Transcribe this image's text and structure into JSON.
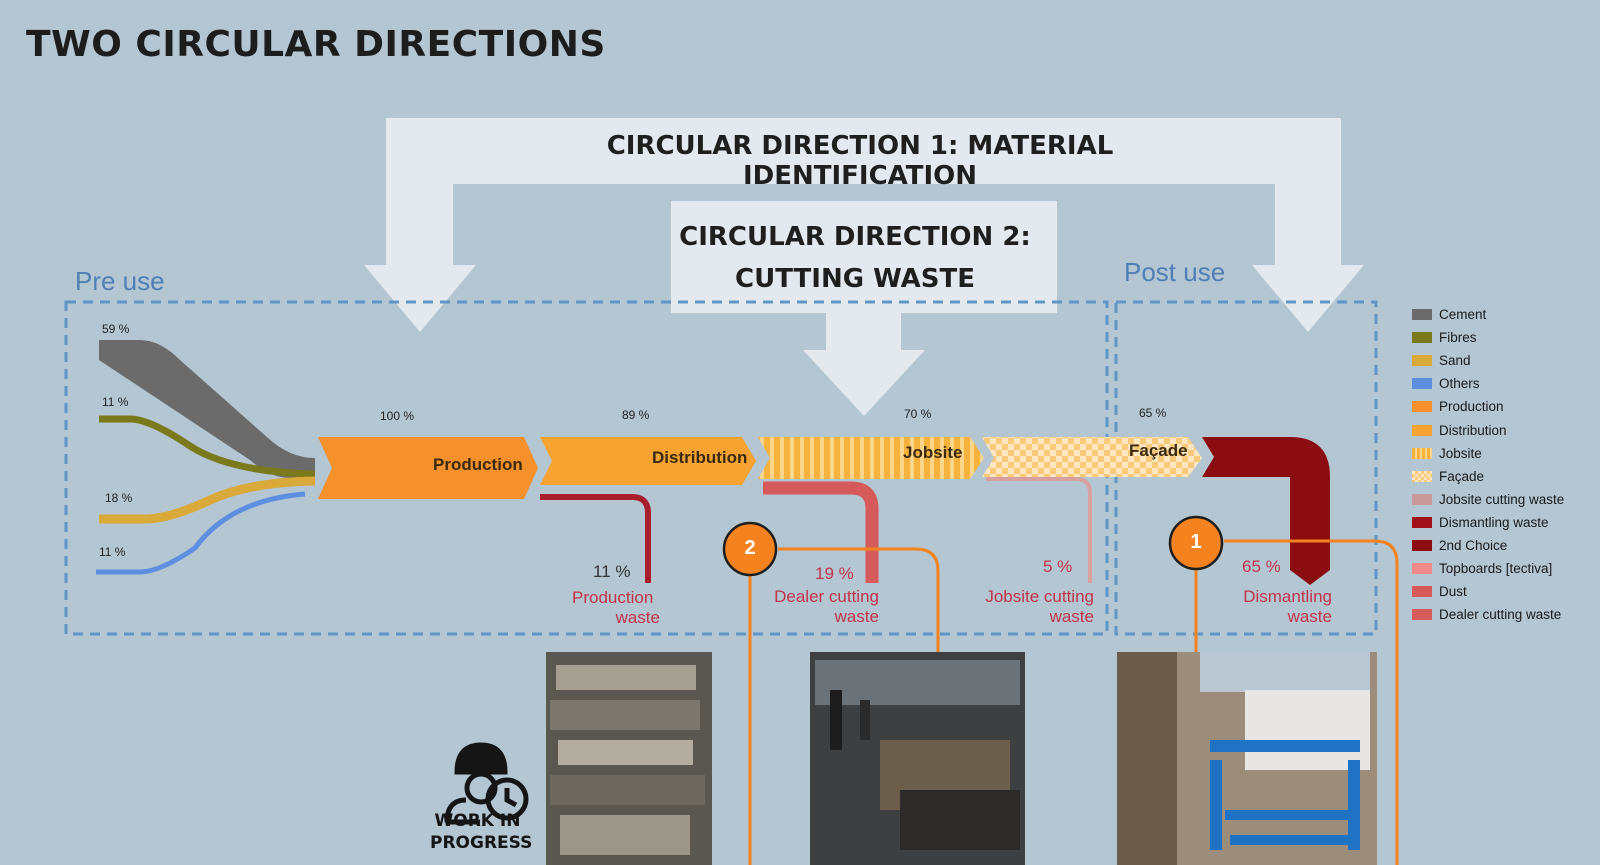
{
  "title": "TWO CIRCULAR DIRECTIONS",
  "directions": {
    "d1": "CIRCULAR DIRECTION 1: MATERIAL IDENTIFICATION",
    "d2_line1": "CIRCULAR DIRECTION 2:",
    "d2_line2": "CUTTING WASTE"
  },
  "sections": {
    "pre_use": "Pre use",
    "post_use": "Post use"
  },
  "inputs": [
    {
      "label": "59 %",
      "color": "#6b6b6b"
    },
    {
      "label": "11 %",
      "color": "#7a7a1c"
    },
    {
      "label": "18 %",
      "color": "#d9a93a"
    },
    {
      "label": "11 %",
      "color": "#5d8ee0"
    }
  ],
  "stages": [
    {
      "name": "Production",
      "pct": "100 %",
      "color": "#f6902a"
    },
    {
      "name": "Distribution",
      "pct": "89 %",
      "color": "#f7a331"
    },
    {
      "name": "Jobsite",
      "pct": "70 %",
      "color": "#f7b23b"
    },
    {
      "name": "Façade",
      "pct": "65 %",
      "color": "#f9c97a"
    }
  ],
  "wastes": [
    {
      "pct": "11 %",
      "line1": "Production",
      "line2": "waste",
      "color": "#a81e2a"
    },
    {
      "pct": "19 %",
      "line1": "Dealer cutting",
      "line2": "waste",
      "color": "#d65a5a"
    },
    {
      "pct": "5 %",
      "line1": "Jobsite cutting",
      "line2": "waste",
      "color": "#d9a0a0"
    },
    {
      "pct": "65 %",
      "line1": "Dismantling",
      "line2": "waste",
      "color": "#8b0d12"
    }
  ],
  "badges": [
    {
      "num": "2",
      "color": "#f4821f"
    },
    {
      "num": "1",
      "color": "#f4821f"
    }
  ],
  "legend": [
    {
      "label": "Cement",
      "color": "#6b6b6b",
      "pattern": "solid"
    },
    {
      "label": "Fibres",
      "color": "#7a7a1c",
      "pattern": "solid"
    },
    {
      "label": "Sand",
      "color": "#d9a93a",
      "pattern": "solid"
    },
    {
      "label": "Others",
      "color": "#5d8ee0",
      "pattern": "solid"
    },
    {
      "label": "Production",
      "color": "#f6902a",
      "pattern": "solid"
    },
    {
      "label": "Distribution",
      "color": "#f7a331",
      "pattern": "solid"
    },
    {
      "label": "Jobsite",
      "color": "#f7b23b",
      "pattern": "stripes"
    },
    {
      "label": "Façade",
      "color": "#f9c97a",
      "pattern": "checks"
    },
    {
      "label": "Jobsite cutting waste",
      "color": "#c99a9a",
      "pattern": "solid"
    },
    {
      "label": "Dismantling waste",
      "color": "#a11018",
      "pattern": "solid"
    },
    {
      "label": "2nd Choice",
      "color": "#8b0d12",
      "pattern": "solid"
    },
    {
      "label": "Topboards [tectiva]",
      "color": "#ef8a8a",
      "pattern": "solid"
    },
    {
      "label": "Dust",
      "color": "#d75a5a",
      "pattern": "solid"
    },
    {
      "label": "Dealer cutting waste",
      "color": "#d65a5a",
      "pattern": "solid"
    }
  ],
  "wip": {
    "line1": "WORK IN",
    "line2": "PROGRESS"
  }
}
